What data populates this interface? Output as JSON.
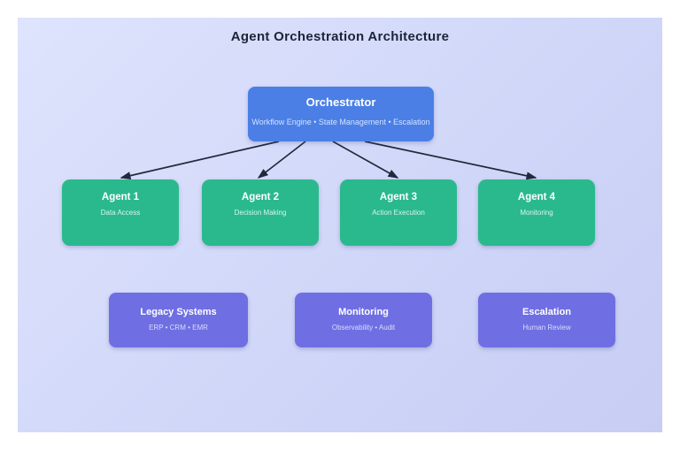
{
  "title": "Agent Orchestration Architecture",
  "orchestrator": {
    "title": "Orchestrator",
    "subtitle": "Workflow Engine • State Management • Escalation"
  },
  "agents": [
    {
      "title": "Agent 1",
      "subtitle": "Data Access"
    },
    {
      "title": "Agent 2",
      "subtitle": "Decision Making"
    },
    {
      "title": "Agent 3",
      "subtitle": "Action Execution"
    },
    {
      "title": "Agent 4",
      "subtitle": "Monitoring"
    }
  ],
  "systems": [
    {
      "title": "Legacy Systems",
      "subtitle": "ERP • CRM • EMR"
    },
    {
      "title": "Monitoring",
      "subtitle": "Observability • Audit"
    },
    {
      "title": "Escalation",
      "subtitle": "Human Review"
    }
  ],
  "colors": {
    "page_margin": "#ffffff",
    "canvas_background_top": "#dee4fc",
    "canvas_background_bottom": "#c7cdf4",
    "orchestrator_fill": "#4b7fe6",
    "agent_fill": "#2ab98d",
    "system_fill": "#6f6fe3",
    "arrow": "#1f2a3a",
    "title_text": "#1b2538",
    "node_title_text": "#ffffff",
    "orchestrator_subtitle_text": "#d2e2ff",
    "agent_subtitle_text": "#d9f4ea",
    "system_subtitle_text": "#dcdcfb"
  }
}
